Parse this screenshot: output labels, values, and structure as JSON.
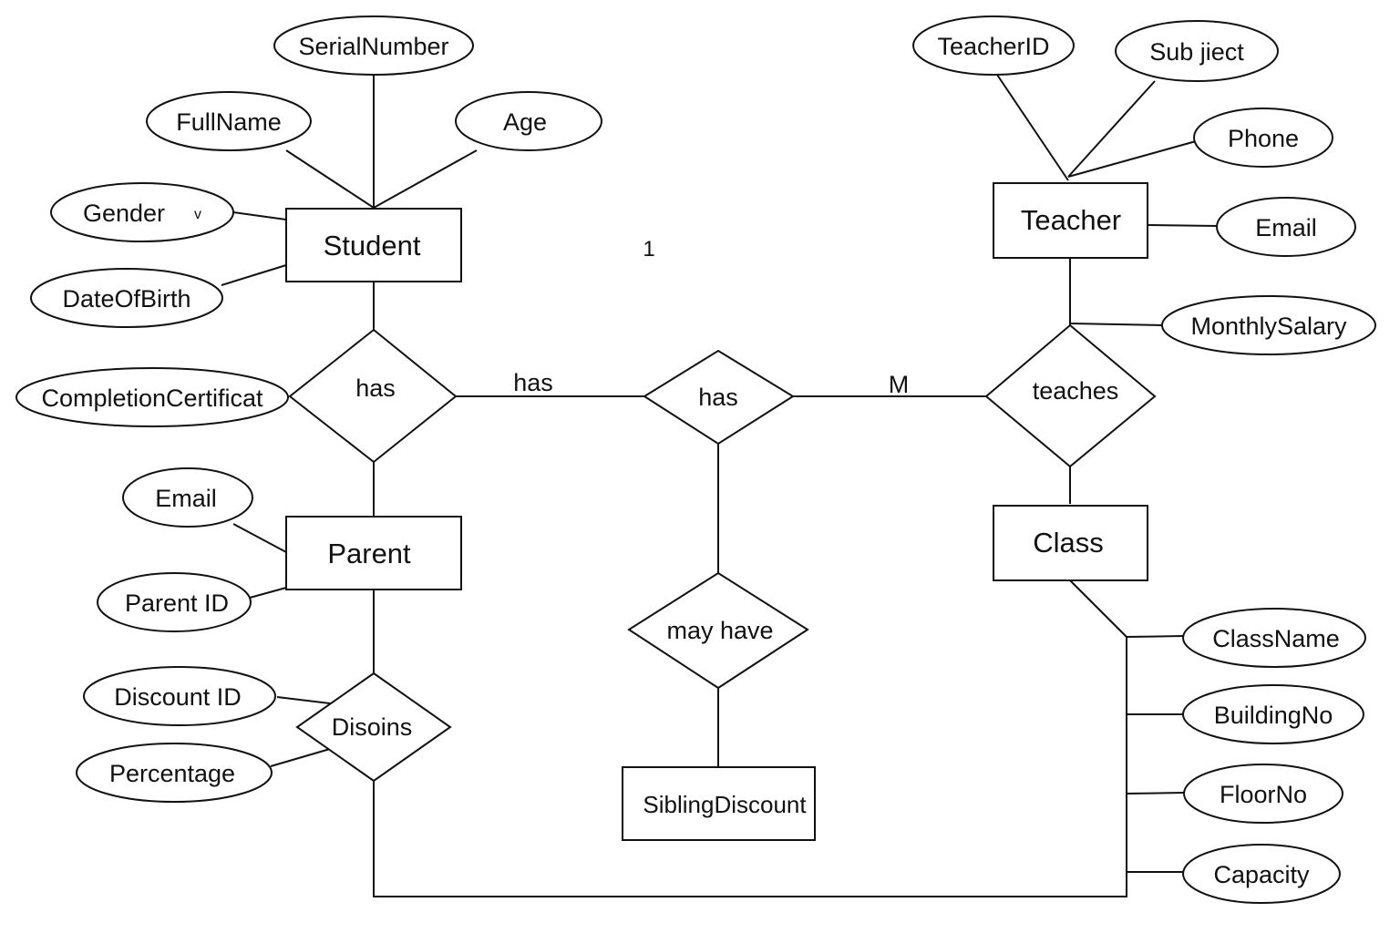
{
  "entities": {
    "student": "Student",
    "teacher": "Teacher",
    "parent": "Parent",
    "class": "Class",
    "sibling_discount": "SiblingDiscount"
  },
  "relationships": {
    "student_parent": "has",
    "center": "has",
    "teaches": "teaches",
    "may_have": "may have",
    "disoins": "Disoins"
  },
  "attributes": {
    "student": {
      "serial_number": "SerialNumber",
      "full_name": "FullName",
      "age": "Age",
      "gender": "Gender",
      "gender_mark": "v",
      "date_of_birth": "DateOfBirth",
      "completion_certificate": "CompletionCertificat"
    },
    "teacher": {
      "teacher_id": "TeacherID",
      "subject": "Sub jiect",
      "phone": "Phone",
      "email": "Email",
      "monthly_salary": "MonthlySalary"
    },
    "parent": {
      "email": "Email",
      "parent_id": "Parent ID"
    },
    "discount": {
      "discount_id": "Discount ID",
      "percentage": "Percentage"
    },
    "class": {
      "class_name": "ClassName",
      "building_no": "BuildingNo",
      "floor_no": "FloorNo",
      "capacity": "Capacity"
    }
  },
  "cardinality": {
    "left_line": "has",
    "right_line": "M",
    "floating": "1"
  }
}
